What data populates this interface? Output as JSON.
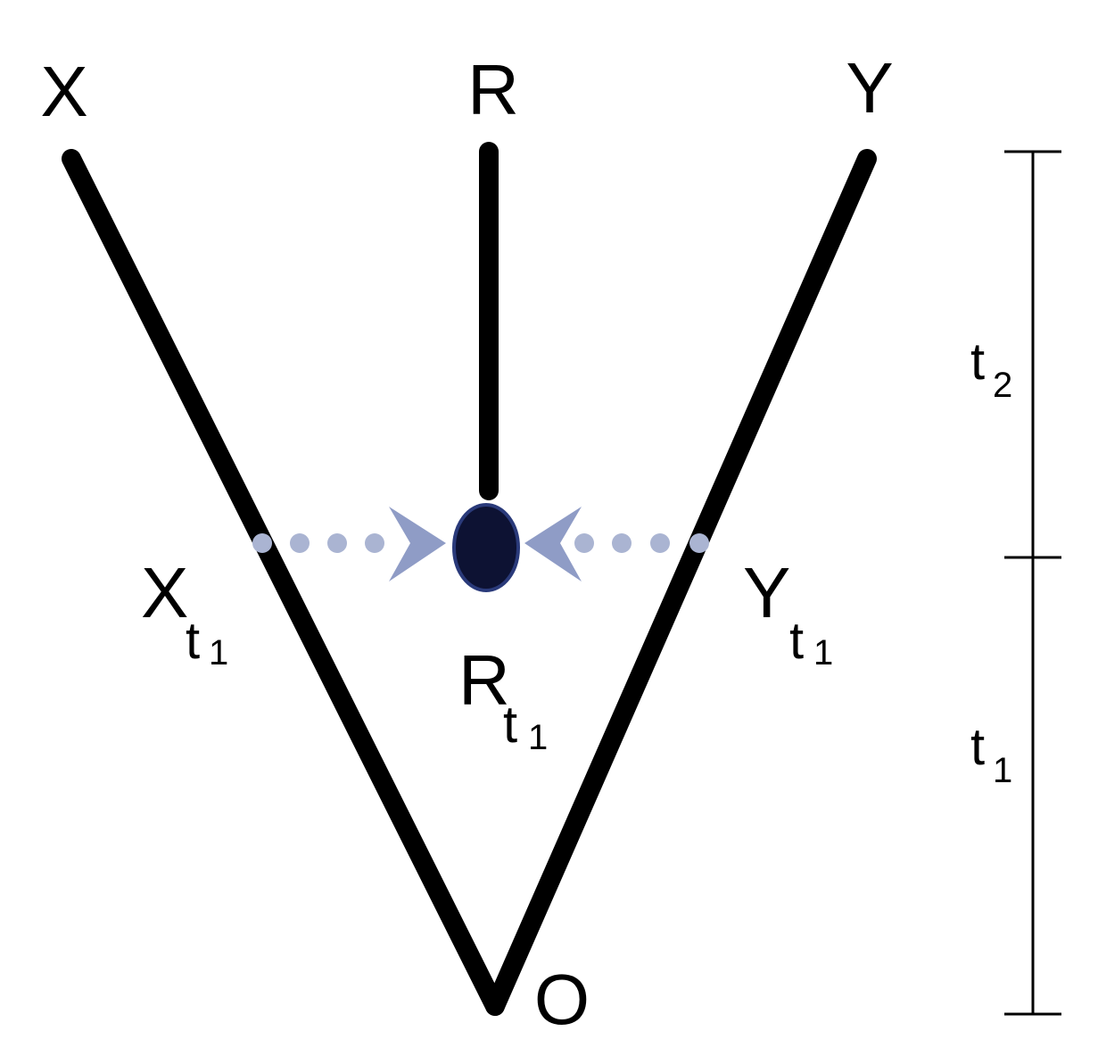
{
  "labels": {
    "x": "X",
    "r": "R",
    "y": "Y",
    "o": "O",
    "x_t1": {
      "base": "X",
      "sub": "t",
      "subsub": "1"
    },
    "r_t1": {
      "base": "R",
      "sub": "t",
      "subsub": "1"
    },
    "y_t1": {
      "base": "Y",
      "sub": "t",
      "subsub": "1"
    }
  },
  "time_scale": {
    "upper": {
      "base": "t",
      "sub": "2"
    },
    "lower": {
      "base": "t",
      "sub": "1"
    }
  },
  "colors": {
    "branch": "#000000",
    "node": "#0d1233",
    "node_outline": "#2a3a7a",
    "dots": "#aab4d2",
    "arrowhead": "#8f9cc6"
  }
}
